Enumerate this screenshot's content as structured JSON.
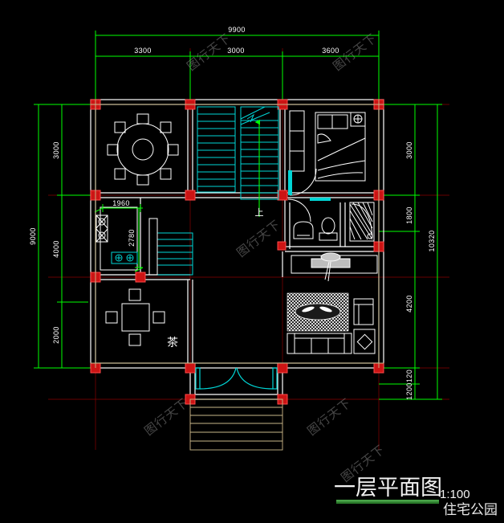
{
  "drawing": {
    "kind": "cad-floor-plan",
    "title": "一层平面图",
    "scale_label": "1:100",
    "brand": "住宅公园",
    "background_color": "#000000",
    "wall_color": "#ffffff",
    "column_color": "#ff3030",
    "dimension_color": "#00ff00",
    "axis_color": "#8b0000",
    "furniture_color": "#ffffff",
    "stair_color": "#00e5e5",
    "watermark_text": "图行天下"
  },
  "dimensions": {
    "top_overall": "9900",
    "top_segments": [
      "3300",
      "3000",
      "3600"
    ],
    "left_overall": "9000",
    "left_segments": [
      "3000",
      "4000",
      "2000"
    ],
    "right_overall": "10320",
    "right_segments": [
      "3000",
      "1800",
      "4200",
      "1200",
      "120"
    ],
    "interior": [
      {
        "label": "1960",
        "orientation": "horizontal"
      },
      {
        "label": "2780",
        "orientation": "vertical"
      }
    ]
  },
  "rooms": [
    {
      "name": "dining-room",
      "label": "",
      "furniture": "round-table-8-chairs"
    },
    {
      "name": "stair-hall",
      "label": "上",
      "furniture": "two-flight-staircase"
    },
    {
      "name": "bedroom",
      "label": "",
      "furniture": "double-bed-wardrobe-nightstand"
    },
    {
      "name": "kitchen",
      "label": "",
      "furniture": "counter-stove-sink"
    },
    {
      "name": "bathroom",
      "label": "",
      "furniture": "sink-toilet-shower"
    },
    {
      "name": "living-room",
      "label": "",
      "furniture": "sofa-rug-armchair-tv-cabinet"
    },
    {
      "name": "tea-room",
      "label": "茶",
      "furniture": "square-table-4-stools"
    },
    {
      "name": "entrance-porch",
      "label": "",
      "furniture": "double-door-exterior-steps"
    }
  ],
  "annotations": {
    "stair_direction": "上",
    "tea_room": "茶"
  }
}
